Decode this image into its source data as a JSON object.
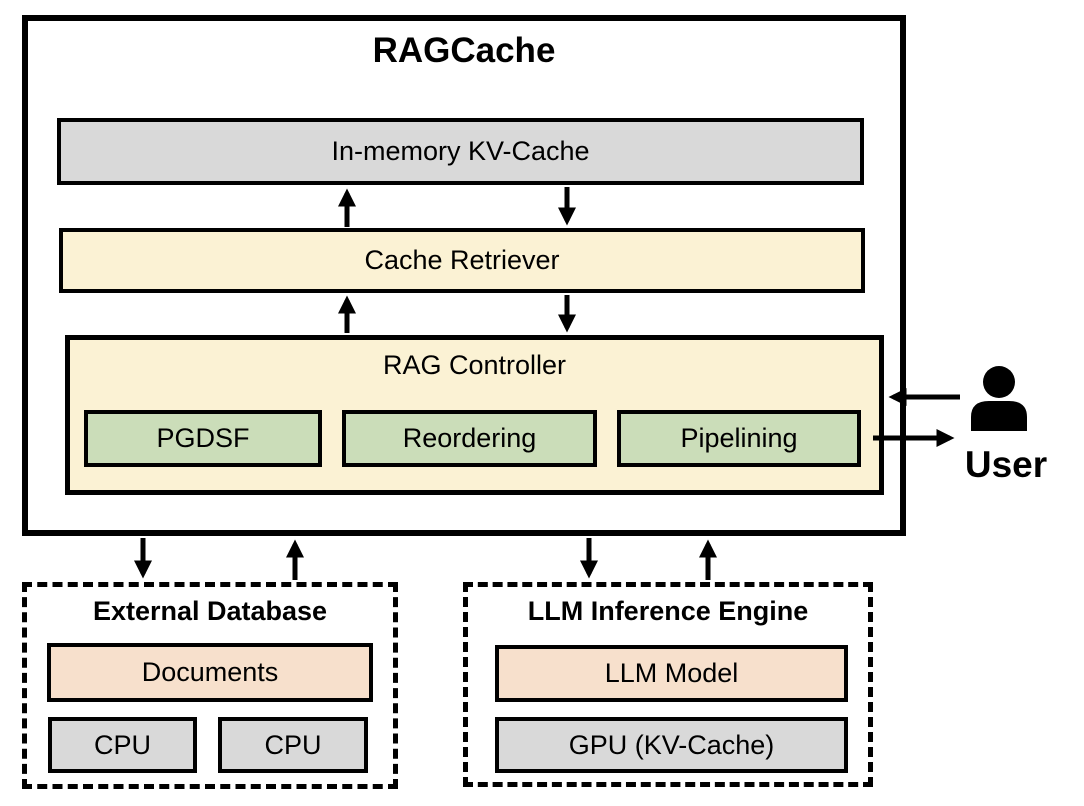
{
  "diagram": {
    "title": "RAGCache",
    "ragcache": {
      "kv_cache_label": "In-memory KV-Cache",
      "cache_retriever_label": "Cache Retriever",
      "rag_controller_label": "RAG Controller",
      "modules": [
        "PGDSF",
        "Reordering",
        "Pipelining"
      ]
    },
    "external_database": {
      "title": "External Database",
      "documents_label": "Documents",
      "cpu_labels": [
        "CPU",
        "CPU"
      ]
    },
    "llm_inference_engine": {
      "title": "LLM Inference Engine",
      "llm_model_label": "LLM Model",
      "gpu_label": "GPU (KV-Cache)"
    },
    "user": {
      "label": "User",
      "icon": "person-icon"
    },
    "colors": {
      "box_gray": "#d9d9d9",
      "box_yellow": "#fbf2d4",
      "box_green": "#cbddb9",
      "box_peach": "#f7e0cc",
      "border": "#000000",
      "background": "#ffffff"
    },
    "arrows": [
      {
        "name": "cache-retriever-to-kv-cache-arrow",
        "direction": "up"
      },
      {
        "name": "kv-cache-to-cache-retriever-arrow",
        "direction": "down"
      },
      {
        "name": "rag-controller-to-cache-retriever-arrow",
        "direction": "up"
      },
      {
        "name": "cache-retriever-to-rag-controller-arrow",
        "direction": "down"
      },
      {
        "name": "ragcache-to-external-database-arrow",
        "direction": "down"
      },
      {
        "name": "external-database-to-ragcache-arrow",
        "direction": "up"
      },
      {
        "name": "ragcache-to-llm-engine-arrow",
        "direction": "down"
      },
      {
        "name": "llm-engine-to-ragcache-arrow",
        "direction": "up"
      },
      {
        "name": "user-to-rag-controller-arrow",
        "direction": "left"
      },
      {
        "name": "rag-controller-to-user-arrow",
        "direction": "right"
      }
    ]
  }
}
